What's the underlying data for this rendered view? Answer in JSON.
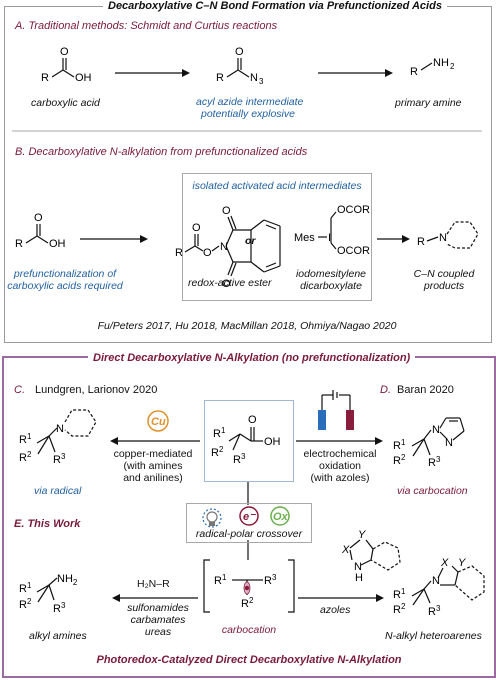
{
  "top": {
    "title": "Decarboxylative C–N Bond Formation via Prefunctionized Acids",
    "section_a": {
      "title": "A. Traditional methods: Schmidt and Curtius reactions",
      "acid_label": "carboxylic acid",
      "azide_label_1": "acyl azide intermediate",
      "azide_label_2": "potentially explosive",
      "amine_label": "primary amine"
    },
    "section_b": {
      "title": "B. Decarboxylative N-alkylation from prefunctionalized acids",
      "box_title": "isolated activated acid intermediates",
      "prefunc_1": "prefunctionalization of",
      "prefunc_2": "carboxylic acids required",
      "ester_label": "redox-active ester",
      "or": "or",
      "iodo_1": "iodomesitylene",
      "iodo_2": "dicarboxylate",
      "products_1": "C–N coupled",
      "products_2": "products",
      "mes": "Mes",
      "ocor": "OCOR"
    },
    "citation": "Fu/Peters 2017, Hu 2018, MacMillan 2018, Ohmiya/Nagao 2020"
  },
  "bottom": {
    "title": "Direct Decarboxylative N-Alkylation (no prefunctionalization)",
    "c_label": "C.",
    "c_authors": "Lundgren, Larionov 2020",
    "d_label": "D.",
    "d_authors": "Baran 2020",
    "cu": "Cu",
    "copper_1": "copper-mediated",
    "copper_2": "(with amines",
    "copper_3": "and anilines)",
    "via_radical": "via radical",
    "electro_1": "electrochemical",
    "electro_2": "oxidation",
    "electro_3": "(with azoles)",
    "via_carbocation": "via carbocation",
    "e_title": "E. This Work",
    "electron": "e⁻",
    "ox": "Ox",
    "rpc": "radical-polar crossover",
    "amine_reagent": "H₂N–R",
    "reagents_1": "sulfonamides",
    "reagents_2": "carbamates",
    "reagents_3": "ureas",
    "alkyl_amines": "alkyl amines",
    "carbocation": "carbocation",
    "azoles": "azoles",
    "n_alkyl": "N-alkyl heteroarenes",
    "footer": "Photoredox-Catalyzed Direct Decarboxylative N-Alkylation"
  },
  "colors": {
    "maroon": "#7a1a3a",
    "blue": "#1f5f9f",
    "panel_border_top": "#9a9a9a",
    "panel_border_bottom": "#9a6aa0",
    "cu_orange": "#e0922a",
    "ox_green": "#6ab04c",
    "electrode_blue": "#2a6ebb",
    "electrode_red": "#8a1c3c"
  }
}
